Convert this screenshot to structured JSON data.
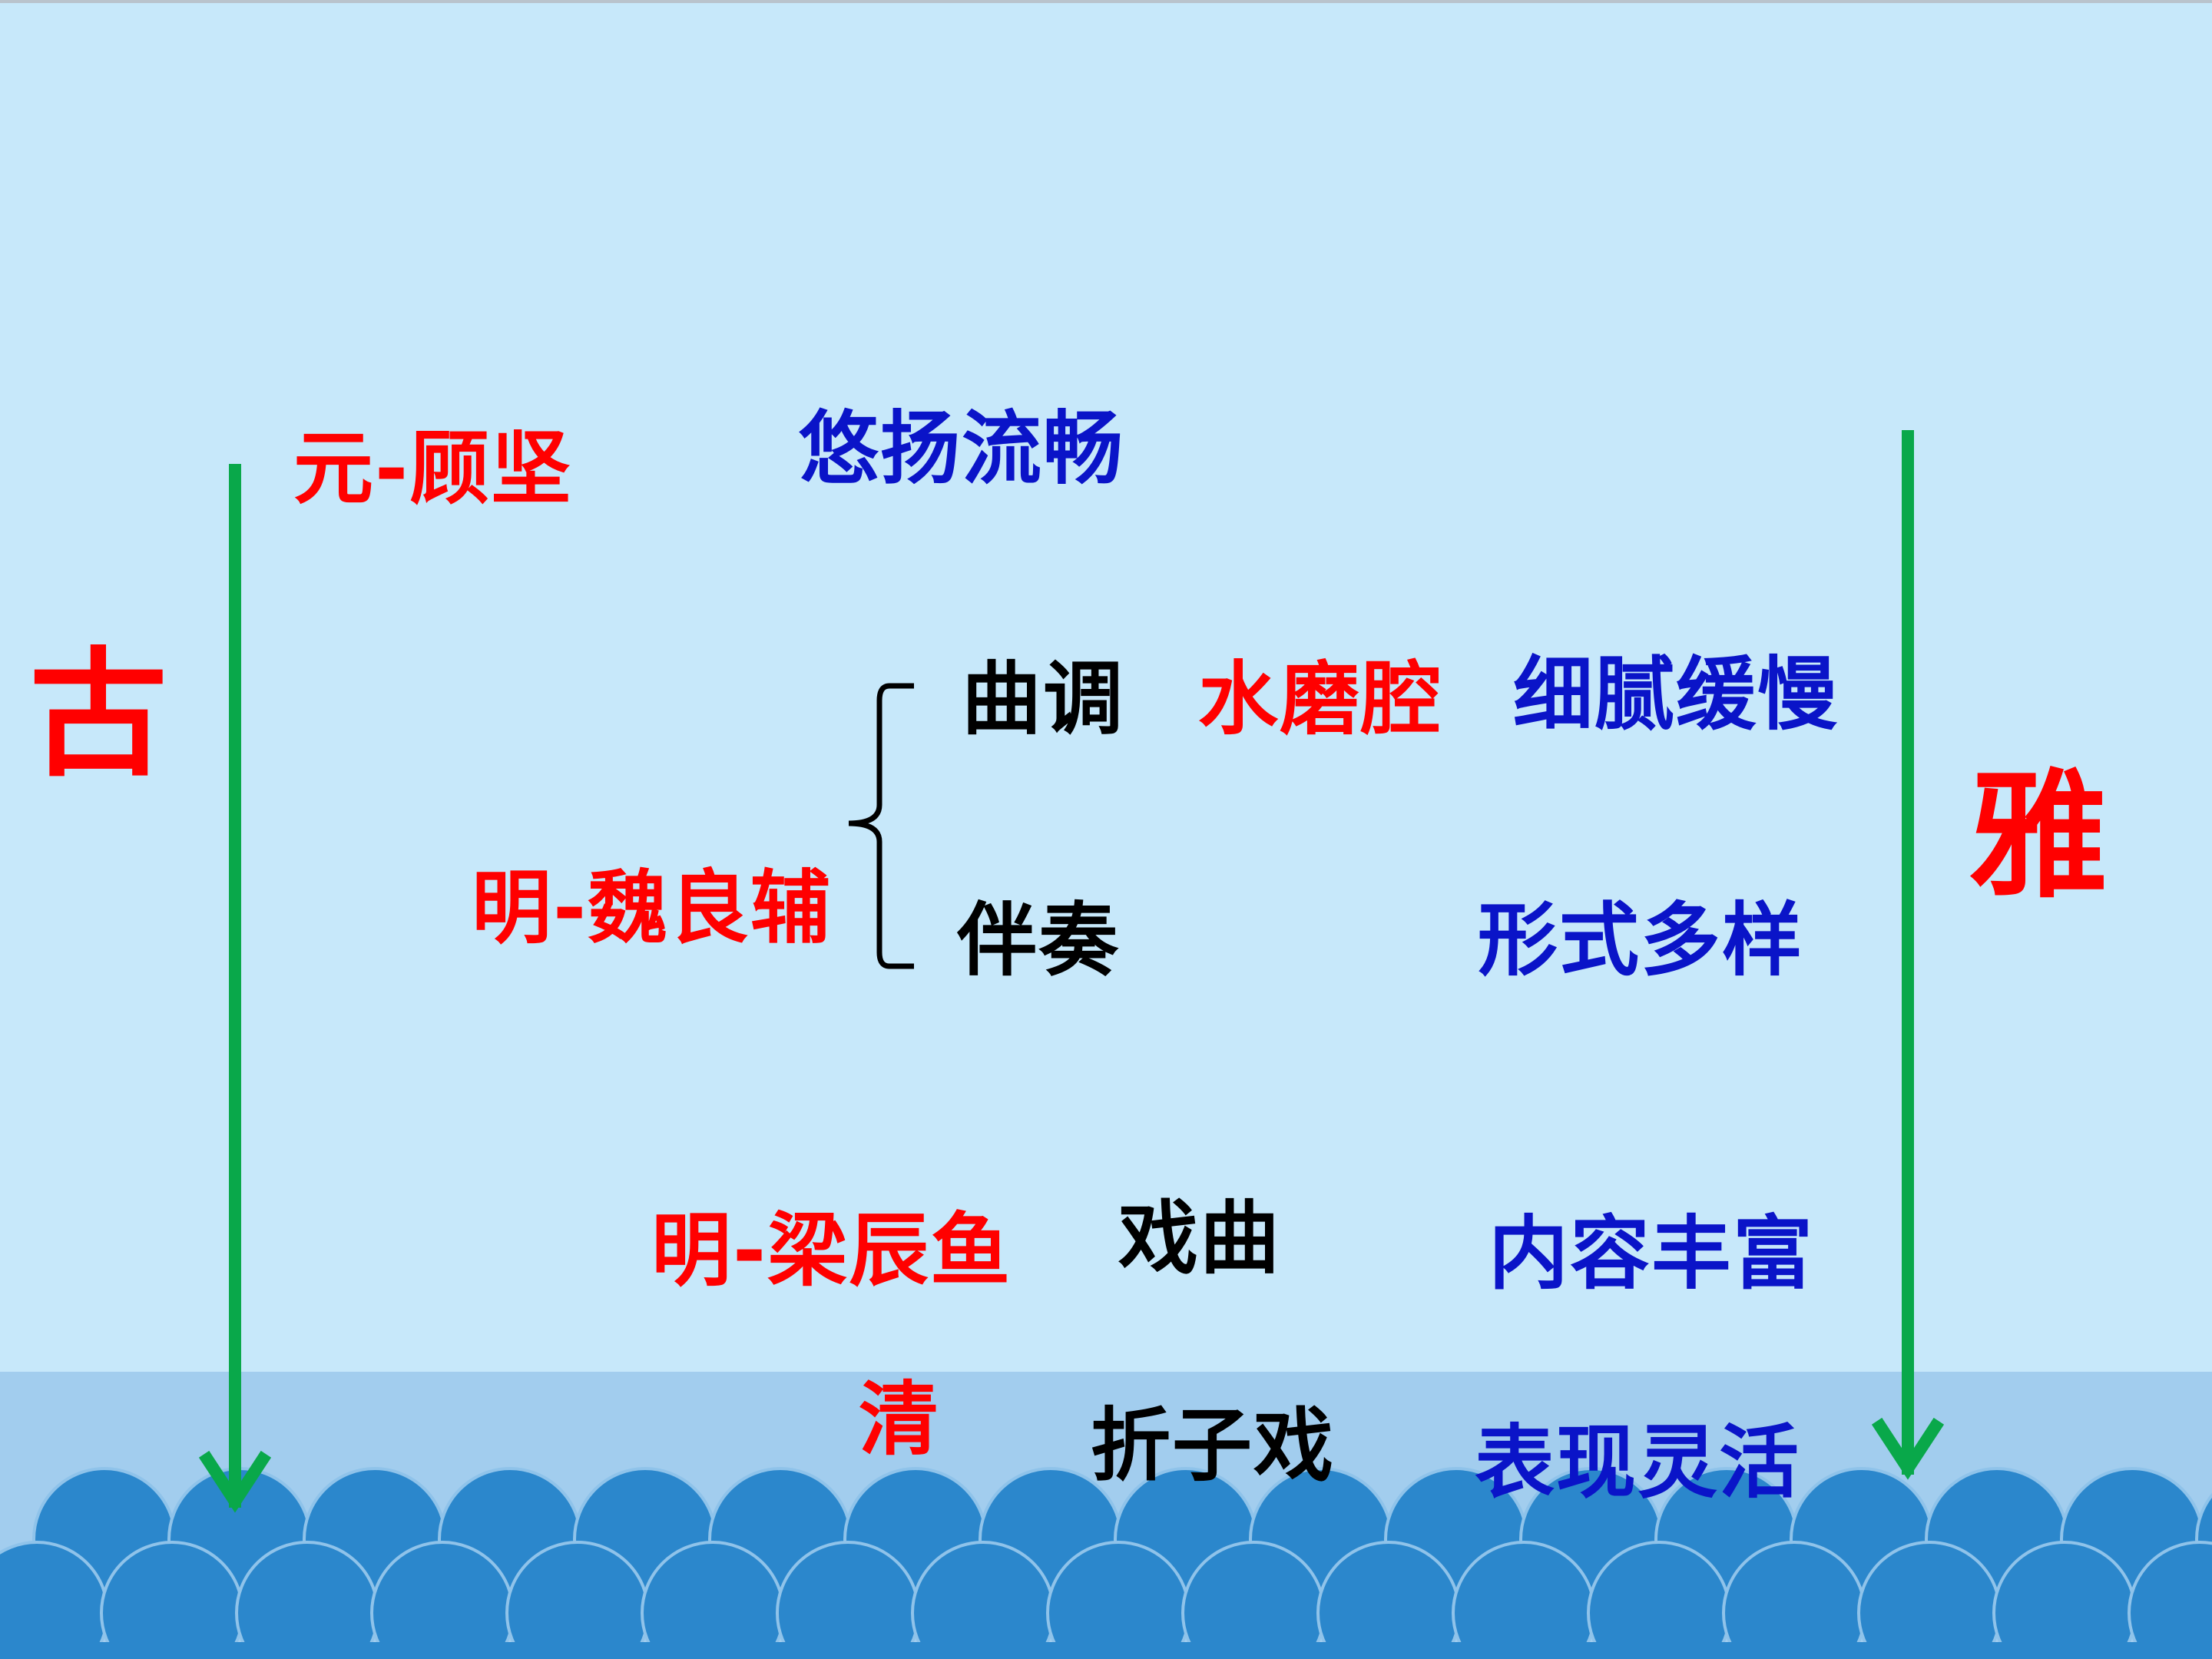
{
  "colors": {
    "background": "#c7e8fa",
    "sea_band": "#a2cdee",
    "wave": "#2b87cc",
    "arrow": "#09a84a",
    "red_text": "#ff0000",
    "blue_text": "#0a14c8",
    "black_text": "#000000"
  },
  "labels": {
    "left_char": "古",
    "right_char": "雅"
  },
  "timeline": {
    "yuan": "元-顾坚",
    "ming_wei": "明-魏良辅",
    "ming_liang": "明-梁辰鱼",
    "qing": "清"
  },
  "aspects": {
    "qudiao": "曲调",
    "banzou": "伴奏",
    "xiqu": "戏曲",
    "zhezixi": "折子戏",
    "shuimoqiang": "水磨腔"
  },
  "descriptions": {
    "youyang": "悠扬流畅",
    "xini": "细腻缓慢",
    "xingshi": "形式多样",
    "neirong": "内容丰富",
    "biaoxian": "表现灵活"
  }
}
